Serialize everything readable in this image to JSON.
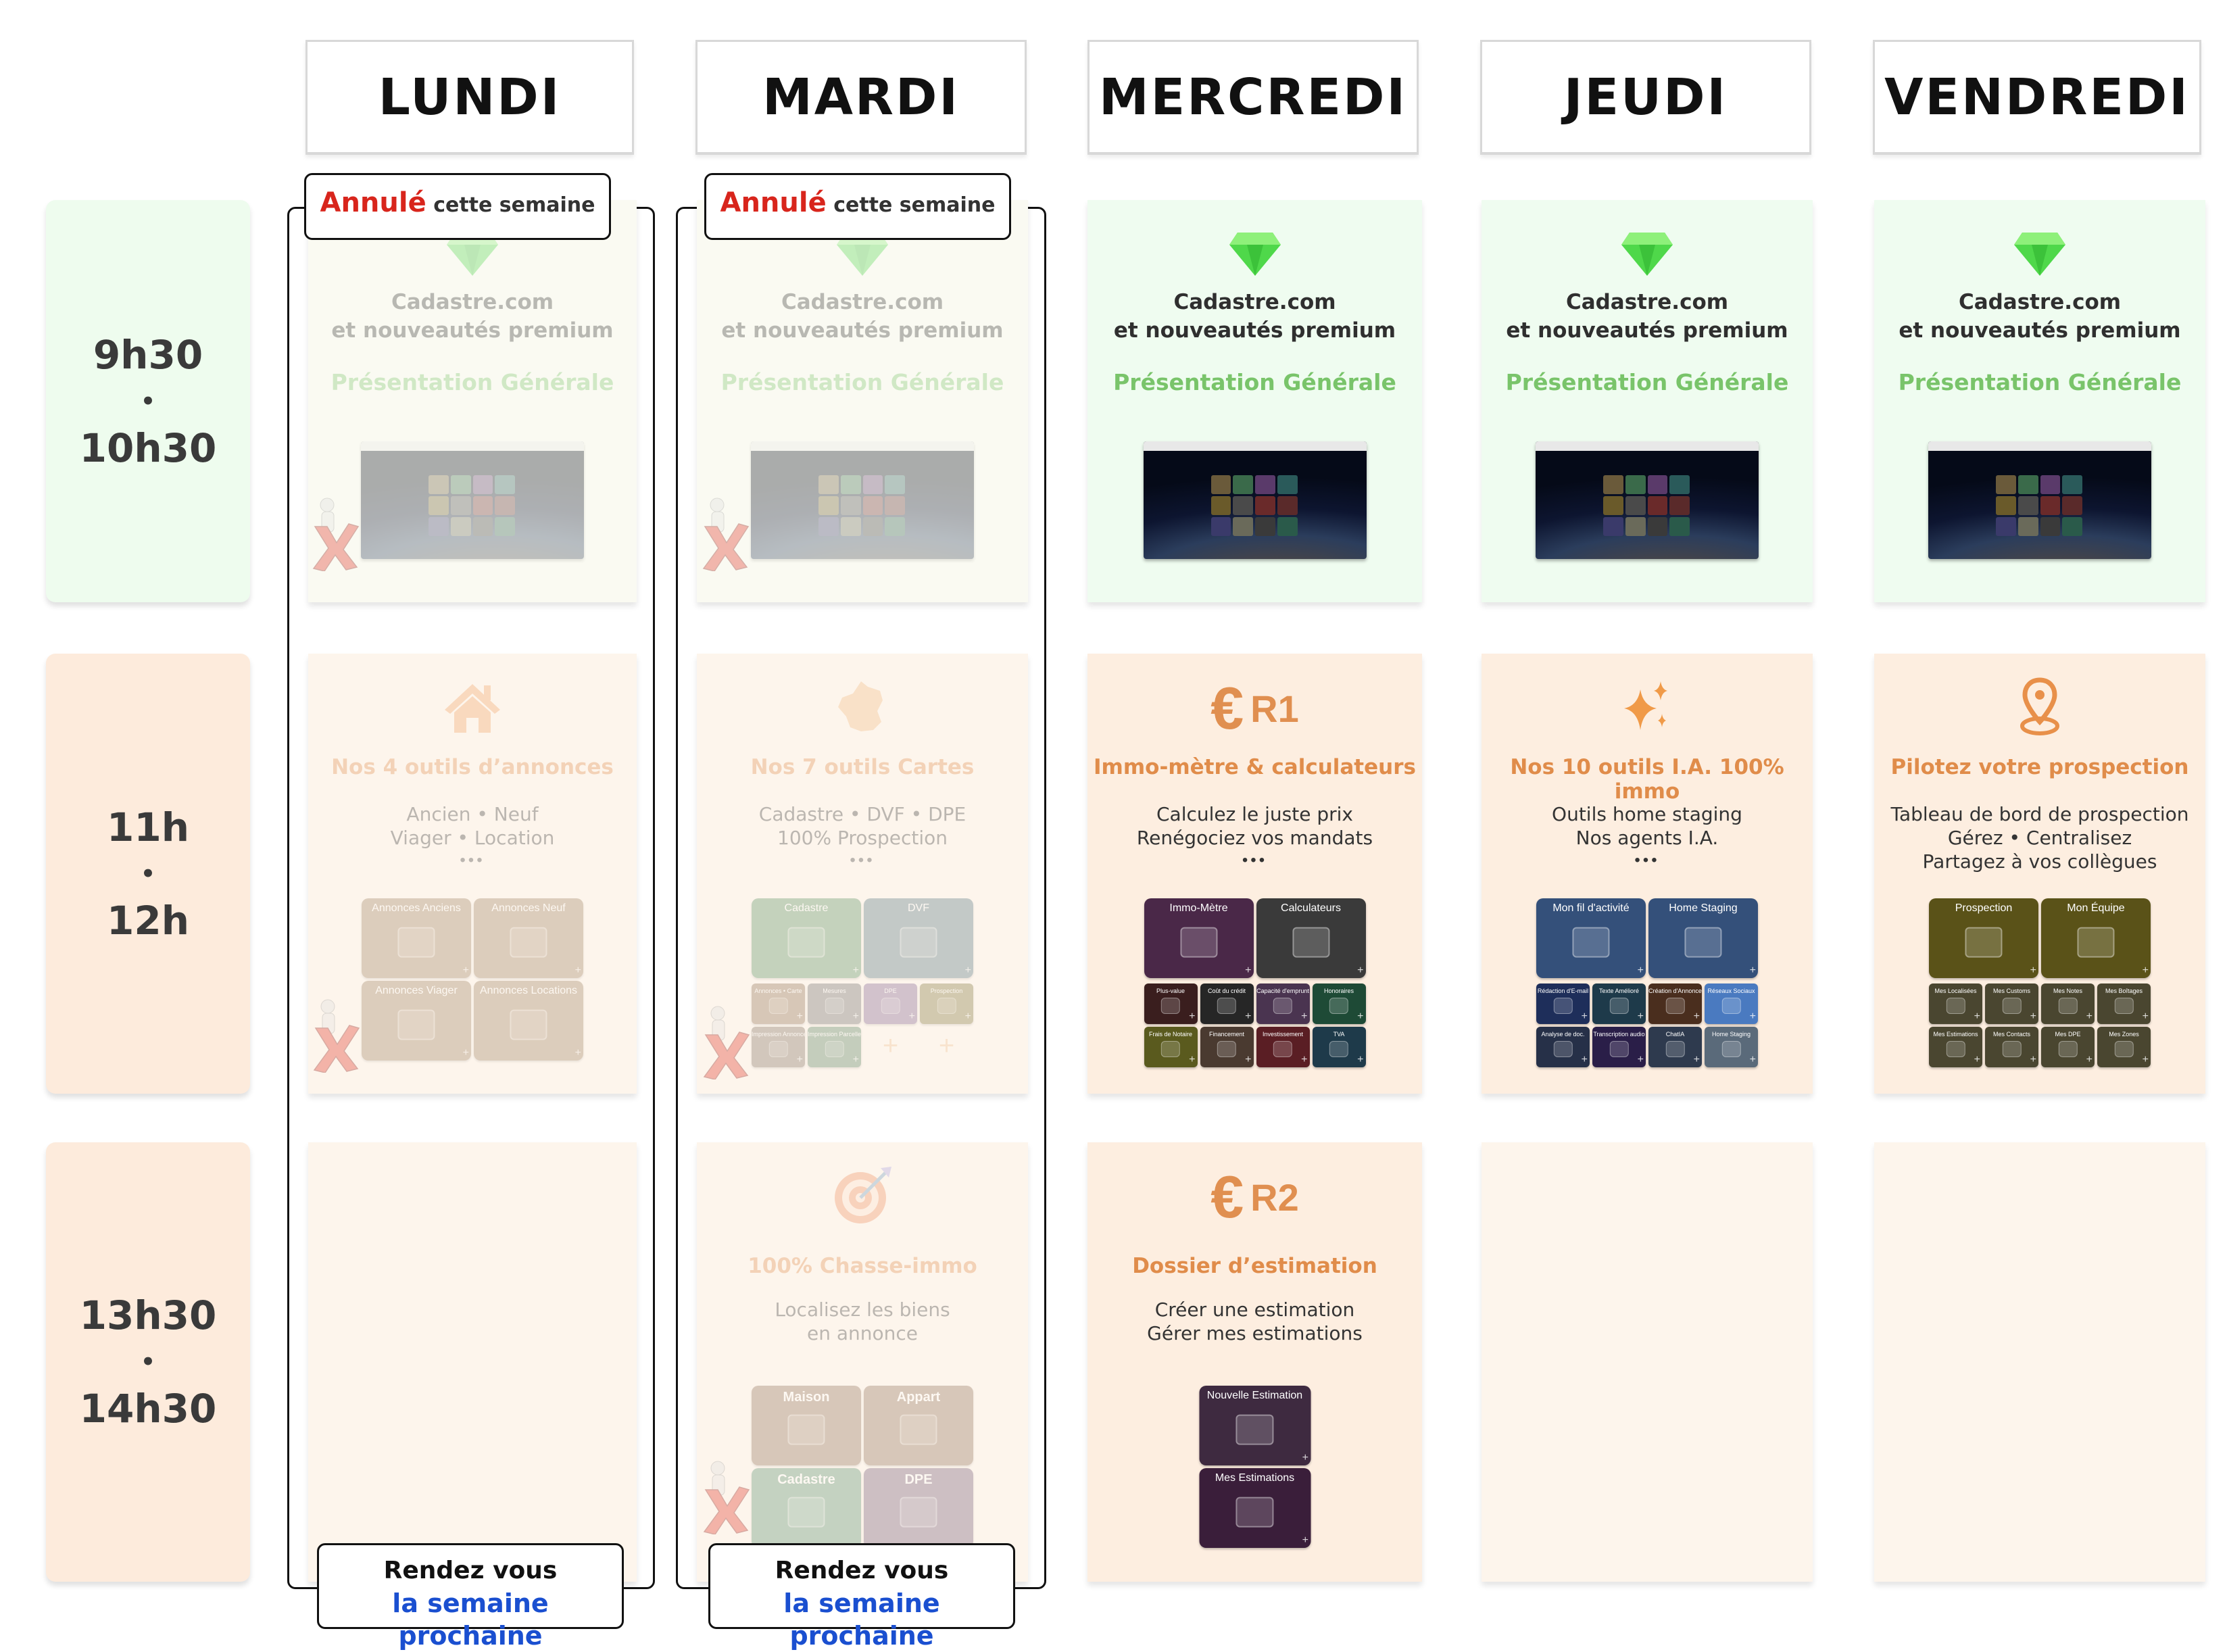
{
  "days": [
    {
      "label": "LUNDI",
      "cancelled": true
    },
    {
      "label": "MARDI",
      "cancelled": true
    },
    {
      "label": "MERCREDI",
      "cancelled": false
    },
    {
      "label": "JEUDI",
      "cancelled": false
    },
    {
      "label": "VENDREDI",
      "cancelled": false
    }
  ],
  "times": [
    {
      "start": "9h30",
      "sep": "•",
      "end": "10h30"
    },
    {
      "start": "11h",
      "sep": "•",
      "end": "12h"
    },
    {
      "start": "13h30",
      "sep": "•",
      "end": "14h30"
    }
  ],
  "cancel_banner": {
    "highlight": "Annulé",
    "rest": "cette semaine"
  },
  "next_week_banner": {
    "line1": "Rendez vous",
    "line2": "la semaine prochaine"
  },
  "colors": {
    "green": "#79c46a",
    "orange": "#e08c4a",
    "red": "#d8251c",
    "blue": "#1a4fd0"
  },
  "rows": [
    [
      {
        "kind": "presentation",
        "faded": true,
        "icon": "diamond-icon",
        "title": [
          "Cadastre.com",
          "et nouveautés premium"
        ],
        "subtitle": "Présentation Générale"
      },
      {
        "kind": "presentation",
        "faded": true,
        "icon": "diamond-icon",
        "title": [
          "Cadastre.com",
          "et nouveautés premium"
        ],
        "subtitle": "Présentation Générale"
      },
      {
        "kind": "presentation",
        "faded": false,
        "icon": "diamond-icon",
        "title": [
          "Cadastre.com",
          "et nouveautés premium"
        ],
        "subtitle": "Présentation Générale"
      },
      {
        "kind": "presentation",
        "faded": false,
        "icon": "diamond-icon",
        "title": [
          "Cadastre.com",
          "et nouveautés premium"
        ],
        "subtitle": "Présentation Générale"
      },
      {
        "kind": "presentation",
        "faded": false,
        "icon": "diamond-icon",
        "title": [
          "Cadastre.com",
          "et nouveautés premium"
        ],
        "subtitle": "Présentation Générale"
      }
    ],
    [
      {
        "kind": "tools",
        "faded": true,
        "icon": "house-icon",
        "title": "Nos 4 outils d’annonces",
        "lines": [
          "Ancien • Neuf",
          "Viager • Location"
        ],
        "dots": "•••",
        "big": [
          {
            "label": "Annonces Anciens",
            "color": "#9a7a58"
          },
          {
            "label": "Annonces Neuf",
            "color": "#9a7a58"
          },
          {
            "label": "Annonces Viager",
            "color": "#9a7a58"
          },
          {
            "label": "Annonces Locations",
            "color": "#9a7a58"
          }
        ],
        "small": []
      },
      {
        "kind": "tools",
        "faded": true,
        "icon": "france-icon",
        "title": "Nos 7 outils Cartes",
        "lines": [
          "Cadastre • DVF • DPE",
          "100% Prospection"
        ],
        "dots": "•••",
        "big": [
          {
            "label": "Cadastre",
            "color": "#4f8a5a"
          },
          {
            "label": "DVF",
            "color": "#4d6f7a"
          }
        ],
        "small": [
          {
            "label": "Annonces • Carte",
            "color": "#8a6a4a"
          },
          {
            "label": "Mesures",
            "color": "#666"
          },
          {
            "label": "DPE",
            "color": "#7a5a8a"
          },
          {
            "label": "Prospection",
            "color": "#7a7030"
          },
          {
            "label": "Impression Annonces",
            "color": "#7a6a5a"
          },
          {
            "label": "Impression Parcelle",
            "color": "#4f7a5a"
          },
          {
            "label": "+",
            "color": "empty"
          },
          {
            "label": "+",
            "color": "empty"
          }
        ]
      },
      {
        "kind": "tools",
        "faded": false,
        "icon": "euro-icon",
        "icon_label": "R1",
        "title": "Immo-mètre & calculateurs",
        "lines": [
          "Calculez le juste prix",
          "Renégociez vos mandats"
        ],
        "dots": "•••",
        "big": [
          {
            "label": "Immo-Mètre",
            "color": "#4a2848"
          },
          {
            "label": "Calculateurs",
            "color": "#3a3a3a"
          }
        ],
        "small": [
          {
            "label": "Plus-value",
            "color": "#3a1e1e"
          },
          {
            "label": "Coût du crédit",
            "color": "#262626"
          },
          {
            "label": "Capacité d'emprunt",
            "color": "#4a3450"
          },
          {
            "label": "Honoraires",
            "color": "#1e4a36"
          },
          {
            "label": "Frais de Notaire",
            "color": "#5a5a1e"
          },
          {
            "label": "Financement",
            "color": "#4a3a30"
          },
          {
            "label": "Investissement",
            "color": "#5a1e24"
          },
          {
            "label": "TVA",
            "color": "#1e3a4a"
          }
        ]
      },
      {
        "kind": "tools",
        "faded": false,
        "icon": "sparkle-icon",
        "title": "Nos 10 outils I.A. 100% immo",
        "lines": [
          "Outils home staging",
          "Nos agents I.A."
        ],
        "dots": "•••",
        "big": [
          {
            "label": "Mon fil d'activité",
            "color": "#34507a"
          },
          {
            "label": "Home Staging",
            "color": "#34507a"
          }
        ],
        "small": [
          {
            "label": "Rédaction d'E-mail",
            "color": "#1e2e5a"
          },
          {
            "label": "Texte Amélioré",
            "color": "#1e3a4a"
          },
          {
            "label": "Création d'Annonce",
            "color": "#4a2e1e"
          },
          {
            "label": "Réseaux Sociaux",
            "color": "#4a7ac0"
          },
          {
            "label": "Analyse de doc.",
            "color": "#263048"
          },
          {
            "label": "Transcription audio",
            "color": "#2a1e48"
          },
          {
            "label": "ChatIA",
            "color": "#2e3a4e"
          },
          {
            "label": "Home Staging",
            "color": "#5a6a7a"
          }
        ]
      },
      {
        "kind": "tools",
        "faded": false,
        "icon": "pin-icon",
        "title": "Pilotez votre prospection",
        "lines": [
          "Tableau de bord de prospection",
          "Gérez • Centralisez",
          "Partagez à vos collègues"
        ],
        "dots": "",
        "big": [
          {
            "label": "Prospection",
            "color": "#5a5218"
          },
          {
            "label": "Mon Équipe",
            "color": "#5a5218"
          }
        ],
        "small": [
          {
            "label": "Mes Localisées",
            "color": "#4a4630"
          },
          {
            "label": "Mes Customs",
            "color": "#4a4630"
          },
          {
            "label": "Mes Notes",
            "color": "#4a4630"
          },
          {
            "label": "Mes Boîtages",
            "color": "#4a4630"
          },
          {
            "label": "Mes Estimations",
            "color": "#4a4630"
          },
          {
            "label": "Mes Contacts",
            "color": "#4a4630"
          },
          {
            "label": "Mes DPE",
            "color": "#4a4630"
          },
          {
            "label": "Mes Zones",
            "color": "#4a4630"
          }
        ]
      }
    ],
    [
      {
        "kind": "empty",
        "faded": true
      },
      {
        "kind": "tools",
        "faded": true,
        "icon": "target-icon",
        "title": "100% Chasse-immo",
        "lines": [
          "Localisez les biens",
          "en annonce"
        ],
        "dots": "",
        "big": [
          {
            "label": "Maison",
            "color": "#8a6a50",
            "bold": true
          },
          {
            "label": "Appart",
            "color": "#8a6a50",
            "bold": true
          },
          {
            "label": "Cadastre",
            "color": "#4f8a6a",
            "bold": true
          },
          {
            "label": "DPE",
            "color": "#6a5070",
            "bold": true
          }
        ],
        "small": []
      },
      {
        "kind": "tools",
        "faded": false,
        "icon": "euro-icon",
        "icon_label": "R2",
        "title": "Dossier d’estimation",
        "lines": [
          "Créer une estimation",
          "Gérer mes estimations"
        ],
        "dots": "",
        "single": true,
        "big": [
          {
            "label": "Nouvelle Estimation",
            "color": "#3e2a40"
          },
          {
            "label": "Mes Estimations",
            "color": "#3a1e3a"
          }
        ],
        "small": []
      },
      {
        "kind": "empty",
        "faded": false
      },
      {
        "kind": "empty",
        "faded": false
      }
    ]
  ]
}
